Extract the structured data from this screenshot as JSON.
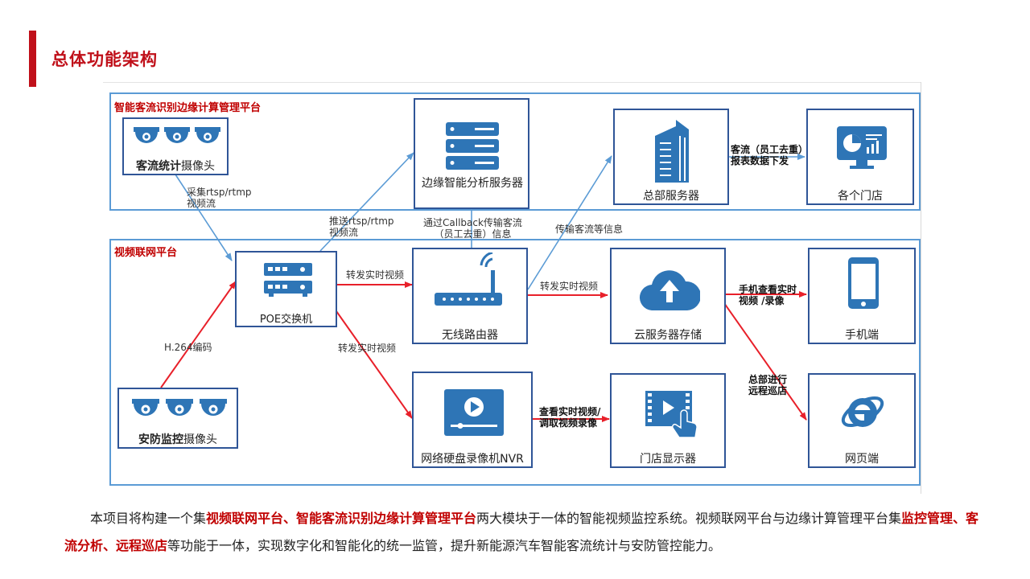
{
  "title": "总体功能架构",
  "groups": {
    "top": "智能客流识别边缘计算管理平台",
    "bottom": "视频联网平台"
  },
  "nodes": {
    "traffic_camera": {
      "bold": "客流统计",
      "rest": "摄像头"
    },
    "edge_server": "边缘智能分析服务器",
    "hq_server": "总部服务器",
    "stores": "各个门店",
    "poe_switch": "POE交换机",
    "router": "无线路由器",
    "cloud_storage": "云服务器存储",
    "mobile": "手机端",
    "security_camera": {
      "bold": "安防监控",
      "rest": "摄像头"
    },
    "nvr": "网络硬盘录像机NVR",
    "store_display": "门店显示器",
    "web": "网页端"
  },
  "edges": {
    "capture": [
      "采集rtsp/rtmp",
      "视频流"
    ],
    "push": [
      "推送rtsp/rtmp",
      "视频流"
    ],
    "callback": [
      "通过Callback传输客流",
      "（员工去重）信息"
    ],
    "transmit": "传输客流等信息",
    "report": [
      "客流（员工去重）",
      "报表数据下发"
    ],
    "forward_router": "转发实时视频",
    "forward_cloud": "转发实时视频",
    "forward_nvr": "转发实时视频",
    "h264": "H.264编码",
    "mobile_view": [
      "手机查看实时",
      "视频 /录像"
    ],
    "hq_patrol": [
      "总部进行",
      "远程巡店"
    ],
    "view_record": [
      "查看实时视频/",
      "调取视频录像"
    ]
  },
  "description": {
    "p1": "本项目将构建一个集",
    "h1": "视频联网平台、智能客流识别边缘计算管理平台",
    "p2": "两大模块于一体的智能视频监控系统。视频联网平台与边缘计算管理平台集",
    "h2": "监控管理、客流分析、远程巡店",
    "p3": "等功能于一体，实现数字化和智能化的统一监管，提升新能源汽车智能客流统计与安防管控能力。"
  },
  "colors": {
    "accent": "#c0101a",
    "node_border": "#2f5597",
    "group_border": "#5b9bd5",
    "icon": "#2e75b6",
    "arrow_red": "#e8202a",
    "arrow_blue": "#5b9bd5"
  }
}
